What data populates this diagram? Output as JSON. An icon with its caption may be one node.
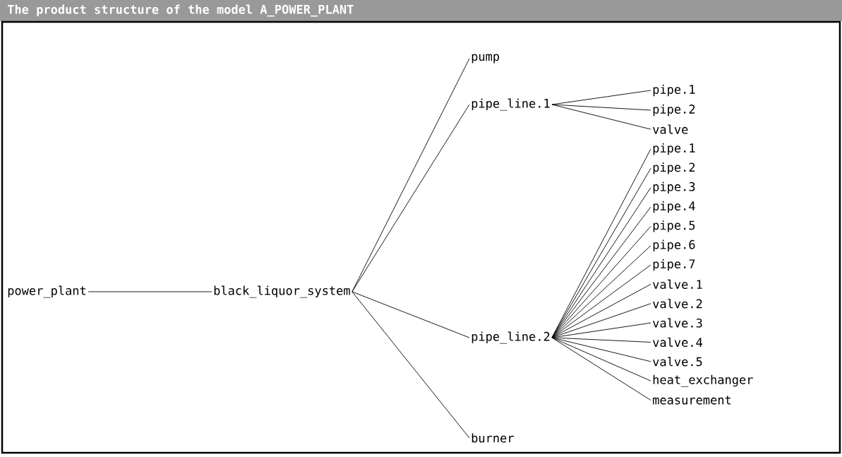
{
  "diagram": {
    "title": "The product structure of the model A_POWER_PLANT",
    "nodes": [
      {
        "text": [
          "power_plant"
        ]
      },
      {
        "text": [
          "black_liquor_system"
        ]
      },
      {
        "text": [
          "pump"
        ]
      },
      {
        "text": [
          "pipe_line.1"
        ]
      },
      {
        "text": [
          "pipe.1"
        ]
      },
      {
        "text": [
          "pipe.2"
        ]
      },
      {
        "text": [
          "valve"
        ]
      },
      {
        "text": [
          "pipe_line.2"
        ]
      },
      {
        "text": [
          "pipe.1"
        ]
      },
      {
        "text": [
          "pipe.2"
        ]
      },
      {
        "text": [
          "pipe.3"
        ]
      },
      {
        "text": [
          "pipe.4"
        ]
      },
      {
        "text": [
          "pipe.5"
        ]
      },
      {
        "text": [
          "pipe.6"
        ]
      },
      {
        "text": [
          "pipe.7"
        ]
      },
      {
        "text": [
          "valve.1"
        ]
      },
      {
        "text": [
          "valve.2"
        ]
      },
      {
        "text": [
          "valve.3"
        ]
      },
      {
        "text": [
          "valve.4"
        ]
      },
      {
        "text": [
          "valve.5"
        ]
      },
      {
        "text": [
          "heat_exchanger"
        ]
      },
      {
        "text": [
          "measurement"
        ]
      },
      {
        "text": [
          "burner"
        ]
      }
    ],
    "edges": [
      {
        "from": 0,
        "to": 1,
        "arrow": "none"
      },
      {
        "from": 1,
        "to": 2,
        "arrow": "none"
      },
      {
        "from": 1,
        "to": 3,
        "arrow": "none"
      },
      {
        "from": 3,
        "to": 4,
        "arrow": "none"
      },
      {
        "from": 3,
        "to": 5,
        "arrow": "none"
      },
      {
        "from": 3,
        "to": 6,
        "arrow": "none"
      },
      {
        "from": 1,
        "to": 7,
        "arrow": "none"
      },
      {
        "from": 7,
        "to": 8,
        "arrow": "none"
      },
      {
        "from": 7,
        "to": 9,
        "arrow": "none"
      },
      {
        "from": 7,
        "to": 10,
        "arrow": "none"
      },
      {
        "from": 7,
        "to": 11,
        "arrow": "none"
      },
      {
        "from": 7,
        "to": 12,
        "arrow": "none"
      },
      {
        "from": 7,
        "to": 13,
        "arrow": "none"
      },
      {
        "from": 7,
        "to": 14,
        "arrow": "none"
      },
      {
        "from": 7,
        "to": 15,
        "arrow": "none"
      },
      {
        "from": 7,
        "to": 16,
        "arrow": "none"
      },
      {
        "from": 7,
        "to": 17,
        "arrow": "none"
      },
      {
        "from": 7,
        "to": 18,
        "arrow": "none"
      },
      {
        "from": 7,
        "to": 19,
        "arrow": "none"
      },
      {
        "from": 7,
        "to": 20,
        "arrow": "none"
      },
      {
        "from": 7,
        "to": 21,
        "arrow": "none"
      },
      {
        "from": 1,
        "to": 22,
        "arrow": "none"
      }
    ]
  }
}
